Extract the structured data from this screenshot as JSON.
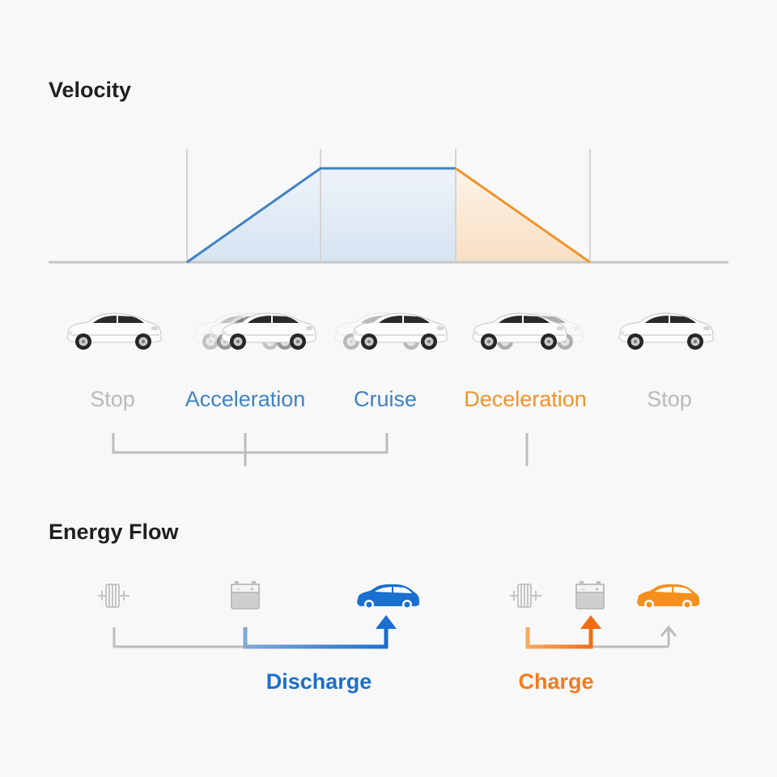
{
  "velocity": {
    "title": "Velocity"
  },
  "energy_flow": {
    "title": "Energy Flow"
  },
  "phases": [
    {
      "label": "Stop",
      "state": "idle"
    },
    {
      "label": "Acceleration",
      "state": "discharge"
    },
    {
      "label": "Cruise",
      "state": "discharge"
    },
    {
      "label": "Deceleration",
      "state": "charge"
    },
    {
      "label": "Stop",
      "state": "idle"
    }
  ],
  "flows": [
    {
      "label": "Discharge",
      "nodes": [
        "motor-icon",
        "battery-icon",
        "car-icon"
      ],
      "path": "battery → car"
    },
    {
      "label": "Charge",
      "nodes": [
        "motor-icon",
        "battery-icon",
        "car-icon"
      ],
      "path": "motor → battery"
    }
  ],
  "colors": {
    "blue": "#3f82c4",
    "blue_fill": "#d9e6f3",
    "orange": "#f0932a",
    "orange_fill": "#fbe6cf",
    "gray": "#bdbdbd",
    "label_gray": "#b9b9b9",
    "discharge": "#1a6fcf",
    "charge": "#f47a1c",
    "text": "#1f1f1f"
  }
}
